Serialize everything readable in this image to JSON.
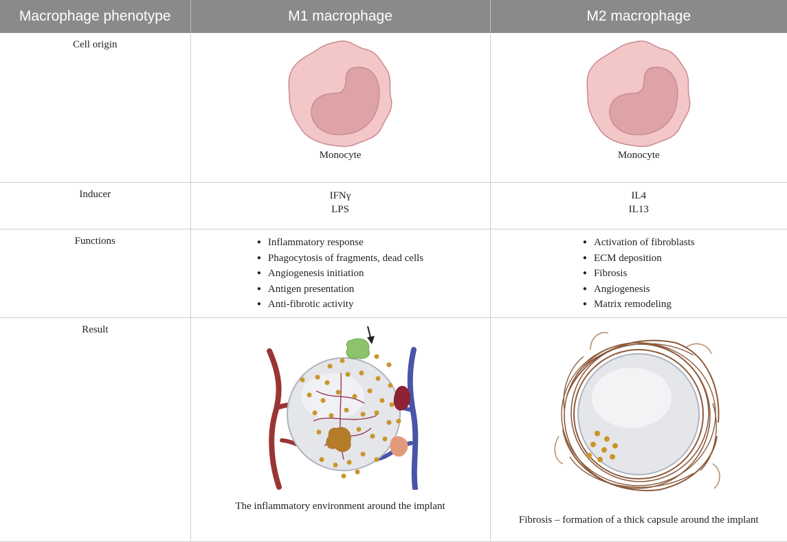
{
  "header": {
    "col1": "Macrophage phenotype",
    "col2": "M1 macrophage",
    "col3": "M2 macrophage"
  },
  "rows": {
    "origin": {
      "label": "Cell origin",
      "m1": "Monocyte",
      "m2": "Monocyte"
    },
    "inducer": {
      "label": "Inducer",
      "m1": [
        "IFNγ",
        "LPS"
      ],
      "m2": [
        "IL4",
        "IL13"
      ]
    },
    "functions": {
      "label": "Functions",
      "m1": [
        "Inflammatory response",
        "Phagocytosis of fragments, dead cells",
        "Angiogenesis initiation",
        "Antigen presentation",
        "Anti-fibrotic activity"
      ],
      "m2": [
        "Activation of fibroblasts",
        "ECM deposition",
        "Fibrosis",
        "Angiogenesis",
        "Matrix remodeling"
      ]
    },
    "result": {
      "label": "Result",
      "m1": "The inflammatory environment around the implant",
      "m2": "Fibrosis – formation of a thick capsule around the implant"
    }
  },
  "colors": {
    "header_bg": "#8a8a8a",
    "cell_fill": "#f3c6c8",
    "nucleus_fill": "#dea3a6",
    "artery": "#9a3535",
    "vein": "#4a54a8",
    "implant": "#e4e6ea",
    "cell_gold": "#c9962a",
    "fiber": "#8b5a3c"
  }
}
